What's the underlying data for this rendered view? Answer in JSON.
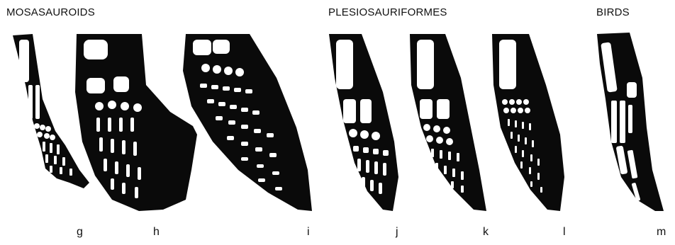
{
  "groups": {
    "mosasauroids": "MOSASAUROIDS",
    "plesiosauriformes": "PLESIOSAURIFORMES",
    "birds": "BIRDS"
  },
  "panels": {
    "g": "g",
    "h": "h",
    "i": "i",
    "j": "j",
    "k": "k",
    "l": "l",
    "m": "m"
  }
}
